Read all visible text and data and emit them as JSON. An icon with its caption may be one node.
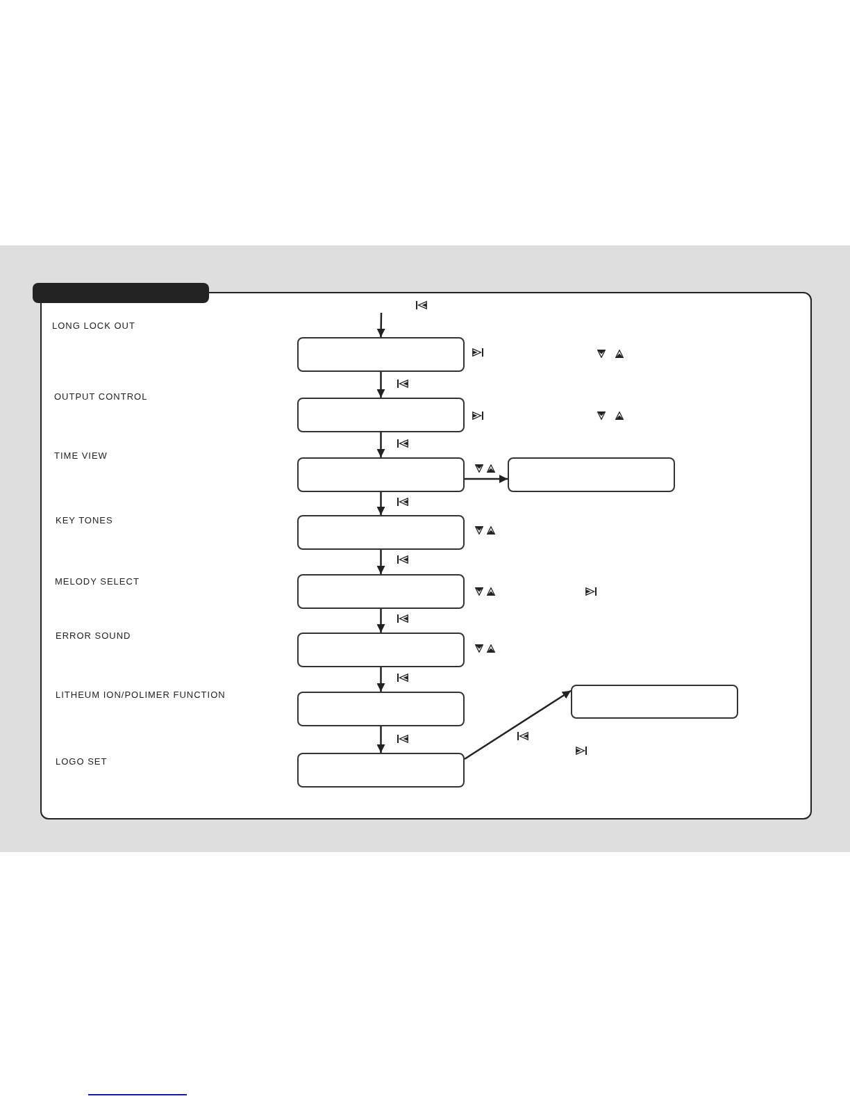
{
  "diagram": {
    "nodes": [
      {
        "text": [],
        "shape": "bar"
      },
      {
        "text": [],
        "shape": "box"
      },
      {
        "text": [],
        "shape": "box"
      },
      {
        "text": [],
        "shape": "box"
      },
      {
        "text": [],
        "shape": "box"
      },
      {
        "text": [],
        "shape": "box"
      },
      {
        "text": [],
        "shape": "box"
      },
      {
        "text": [],
        "shape": "box"
      },
      {
        "text": [],
        "shape": "box"
      },
      {
        "text": [],
        "shape": "box"
      },
      {
        "text": [],
        "shape": "box"
      }
    ],
    "edges": [
      {
        "from": null,
        "to": 1,
        "arrow": "to"
      },
      {
        "from": 1,
        "to": 2,
        "arrow": "to"
      },
      {
        "from": 2,
        "to": 3,
        "arrow": "to"
      },
      {
        "from": 3,
        "to": 4,
        "arrow": "to"
      },
      {
        "from": 4,
        "to": 5,
        "arrow": "to"
      },
      {
        "from": 5,
        "to": 6,
        "arrow": "to"
      },
      {
        "from": 6,
        "to": 7,
        "arrow": "to"
      },
      {
        "from": 7,
        "to": 8,
        "arrow": "to"
      },
      {
        "from": 3,
        "to": 9,
        "arrow": "to"
      },
      {
        "from": 8,
        "to": 10,
        "arrow": "to"
      }
    ],
    "labels": [
      "LONG LOCK OUT",
      "OUTPUT CONTROL",
      "TIME VIEW",
      "KEY TONES",
      "MELODY SELECT",
      "ERROR SOUND",
      "LITHEUM ION/POLIMER FUNCTION",
      "LOGO SET"
    ]
  }
}
